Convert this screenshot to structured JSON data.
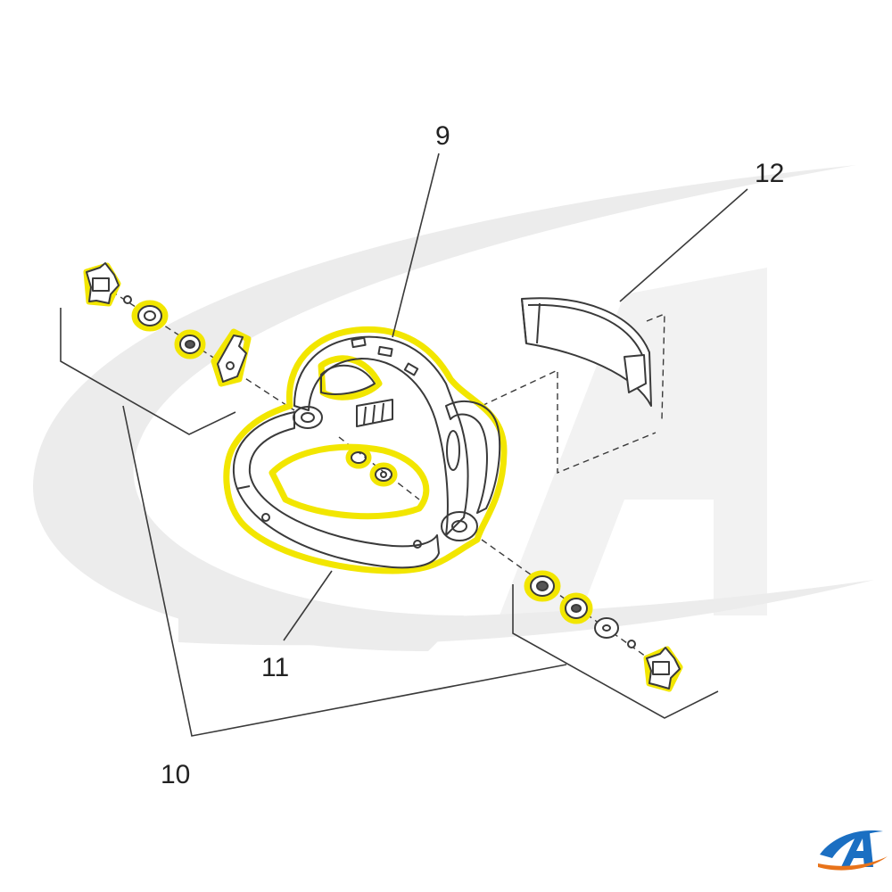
{
  "diagram": {
    "title": "",
    "callouts": {
      "c9": "9",
      "c10": "10",
      "c11": "11",
      "c12": "12"
    }
  },
  "colors": {
    "line": "#3a3a3a",
    "highlight": "#f2e600",
    "watermark": "#ececec",
    "logo_blue": "#1b6fc2",
    "logo_orange": "#e8731a"
  },
  "icons": {
    "logo": "brand-logo-icon"
  }
}
